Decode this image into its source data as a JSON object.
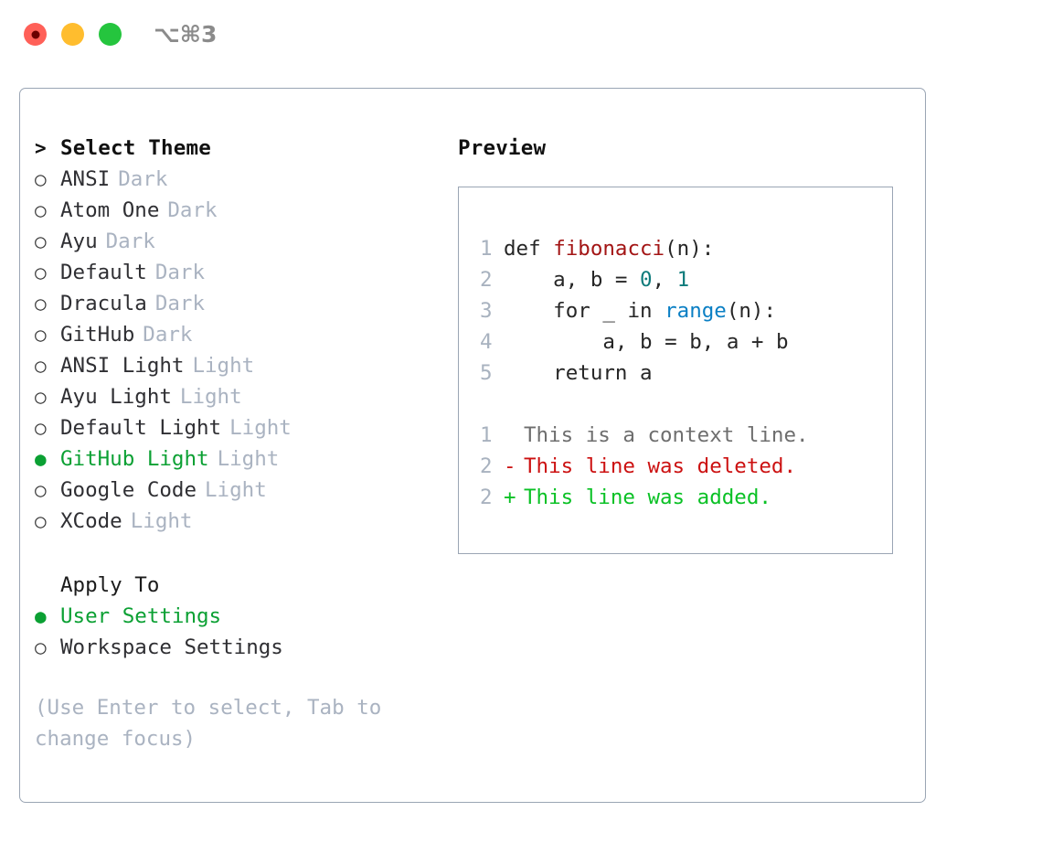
{
  "titlebar": {
    "shortcut": "⌥⌘3",
    "controls": [
      {
        "name": "close",
        "color": "#ff6058"
      },
      {
        "name": "minimize",
        "color": "#ffbd2e"
      },
      {
        "name": "maximize",
        "color": "#25c53e"
      }
    ]
  },
  "theme_picker": {
    "heading": "Select Theme",
    "heading_marker": ">",
    "marker_unselected": "○",
    "marker_selected": "●",
    "items": [
      {
        "label": "ANSI",
        "tag": "Dark",
        "selected": false
      },
      {
        "label": "Atom One",
        "tag": "Dark",
        "selected": false
      },
      {
        "label": "Ayu",
        "tag": "Dark",
        "selected": false
      },
      {
        "label": "Default",
        "tag": "Dark",
        "selected": false
      },
      {
        "label": "Dracula",
        "tag": "Dark",
        "selected": false
      },
      {
        "label": "GitHub",
        "tag": "Dark",
        "selected": false
      },
      {
        "label": "ANSI Light",
        "tag": "Light",
        "selected": false
      },
      {
        "label": "Ayu Light",
        "tag": "Light",
        "selected": false
      },
      {
        "label": "Default Light",
        "tag": "Light",
        "selected": false
      },
      {
        "label": "GitHub Light",
        "tag": "Light",
        "selected": true
      },
      {
        "label": "Google Code",
        "tag": "Light",
        "selected": false
      },
      {
        "label": "XCode",
        "tag": "Light",
        "selected": false
      }
    ]
  },
  "apply_to": {
    "heading": "Apply To",
    "options": [
      {
        "label": "User Settings",
        "selected": true
      },
      {
        "label": "Workspace Settings",
        "selected": false
      }
    ]
  },
  "hint": "(Use Enter to select, Tab to change focus)",
  "preview": {
    "title": "Preview",
    "code_lines": [
      {
        "n": "1",
        "tokens": [
          {
            "t": "def ",
            "k": "kw"
          },
          {
            "t": "fibonacci",
            "k": "fn"
          },
          {
            "t": "(n):",
            "k": "plain"
          }
        ]
      },
      {
        "n": "2",
        "tokens": [
          {
            "t": "    a, b = ",
            "k": "plain"
          },
          {
            "t": "0",
            "k": "num"
          },
          {
            "t": ", ",
            "k": "plain"
          },
          {
            "t": "1",
            "k": "num"
          }
        ]
      },
      {
        "n": "3",
        "tokens": [
          {
            "t": "    for _ in ",
            "k": "plain"
          },
          {
            "t": "range",
            "k": "builtin"
          },
          {
            "t": "(n):",
            "k": "plain"
          }
        ]
      },
      {
        "n": "4",
        "tokens": [
          {
            "t": "        a, b = b, a + b",
            "k": "plain"
          }
        ]
      },
      {
        "n": "5",
        "tokens": [
          {
            "t": "    return a",
            "k": "plain"
          }
        ]
      }
    ],
    "diff_lines": [
      {
        "n": "1",
        "sign": " ",
        "text": "This is a context line.",
        "kind": "context"
      },
      {
        "n": "2",
        "sign": "-",
        "text": "This line was deleted.",
        "kind": "deleted"
      },
      {
        "n": "2",
        "sign": "+",
        "text": "This line was added.",
        "kind": "added"
      }
    ]
  },
  "colors": {
    "accent_green": "#0ba033",
    "muted": "#aab3c1",
    "border": "#9aa5b4",
    "diff_add": "#0ac125",
    "diff_del": "#cc1111",
    "code_fn": "#a31515",
    "code_num": "#0f7b7b",
    "code_builtin": "#0a7fc4"
  }
}
